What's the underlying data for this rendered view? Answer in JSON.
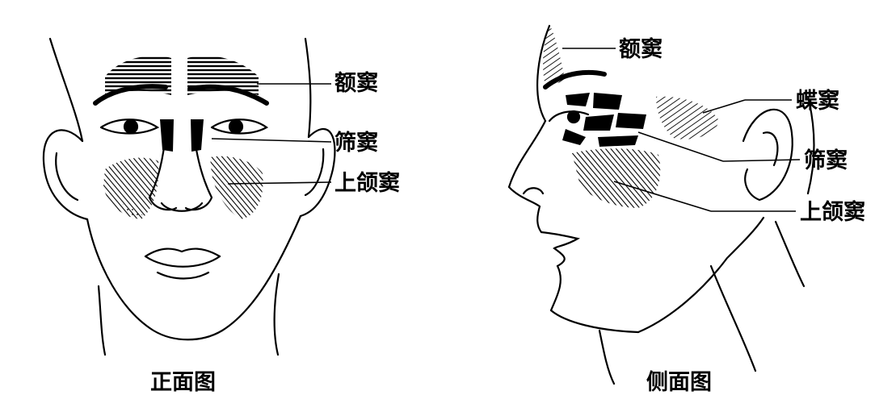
{
  "front_view": {
    "caption": "正面图",
    "labels": {
      "frontal_sinus": "额窦",
      "ethmoid_sinus": "筛窦",
      "maxillary_sinus": "上颌窦"
    }
  },
  "side_view": {
    "caption": "侧面图",
    "labels": {
      "frontal_sinus": "额窦",
      "sphenoid_sinus": "蝶窦",
      "ethmoid_sinus": "筛窦",
      "maxillary_sinus": "上颌窦"
    }
  }
}
